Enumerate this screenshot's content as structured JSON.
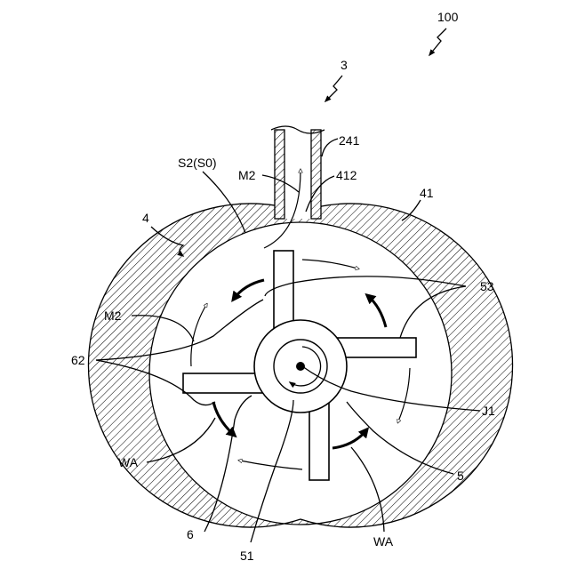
{
  "figure": {
    "labels": {
      "assembly": "100",
      "pump_unit": "3",
      "outlet_pipe": "241",
      "flow_m2_top": "M2",
      "outlet_port": "412",
      "space": "S2(S0)",
      "housing_wall": "41",
      "housing": "4",
      "blades": "53",
      "flow_m2_left": "M2",
      "ribs": "62",
      "axis": "J1",
      "wa_left": "WA",
      "impeller": "5",
      "part_6": "6",
      "shaft": "51",
      "wa_bottom": "WA"
    },
    "colors": {
      "line": "#000000",
      "background": "#ffffff"
    }
  }
}
